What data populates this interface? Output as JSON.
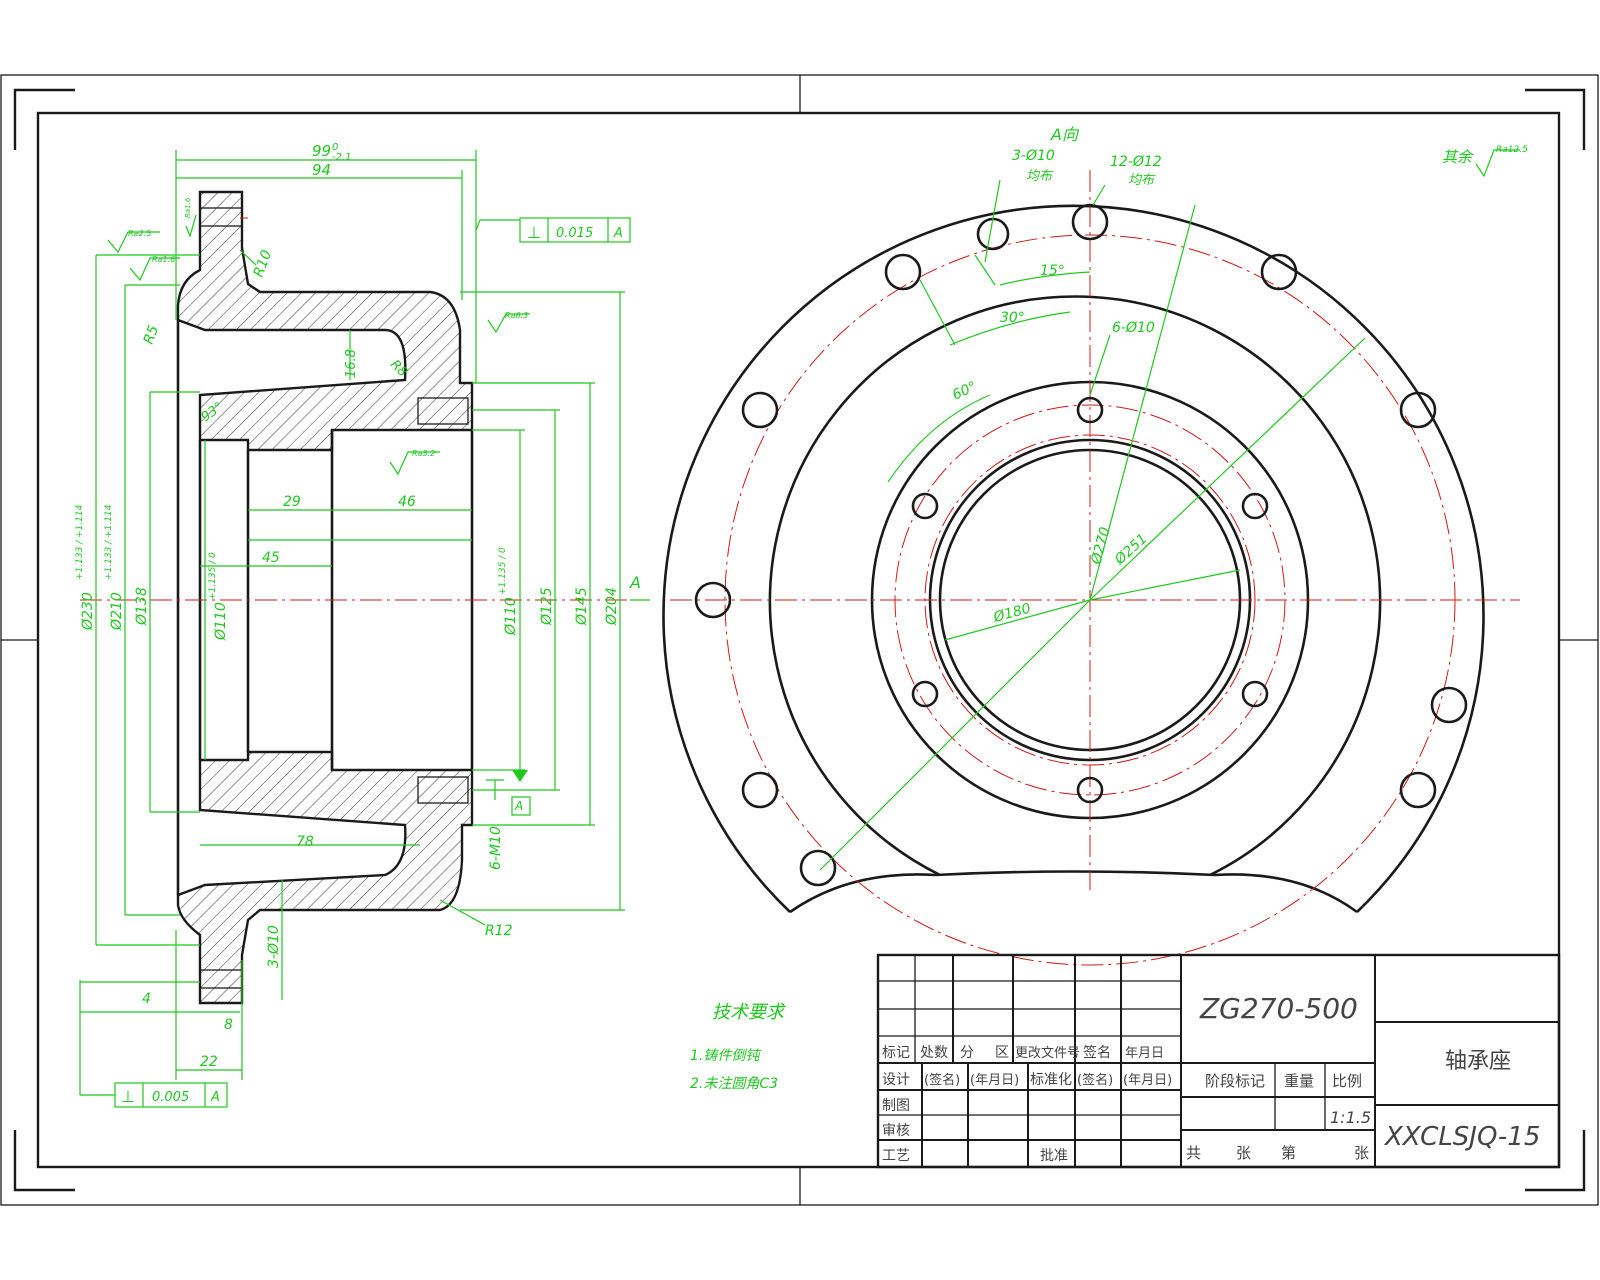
{
  "view": {
    "title": "A向",
    "section_marker": "A"
  },
  "dimensions": {
    "top_length": "99",
    "top_tol_upper": "0",
    "top_tol_lower": "-2.1",
    "length_94": "94",
    "r10": "R10",
    "r5": "R5",
    "r8": "R8",
    "r12": "R12",
    "d16_8": "16.8",
    "angle_93": "93°",
    "len_29": "29",
    "len_46": "46",
    "len_45": "45",
    "len_78": "78",
    "len_4": "4",
    "len_8": "8",
    "len_22": "22",
    "dia_230": "Ø230",
    "dia_230_tol": "+1.133 / +1.114",
    "dia_210": "Ø210",
    "dia_210_tol": "+1.133 / +1.114",
    "dia_138": "Ø138",
    "dia_110_left": "Ø110",
    "dia_110_left_tol": "+1.135 / 0",
    "dia_110_right": "Ø110",
    "dia_110_right_tol": "+1.135 / 0",
    "dia_125": "Ø125",
    "dia_145": "Ø145",
    "dia_204": "Ø204",
    "thread_6m10": "6-M10",
    "holes_3_10_left": "3-Ø10",
    "holes_3_10": "3-Ø10",
    "holes_3_10_sub": "均布",
    "holes_12_12": "12-Ø12",
    "holes_12_12_sub": "均布",
    "holes_6_10": "6-Ø10",
    "angle_15": "15°",
    "angle_30": "30°",
    "angle_60": "60°",
    "dia_270": "Ø270",
    "dia_251": "Ø251",
    "dia_180": "Ø180"
  },
  "roughness": {
    "ra_a": "Ra2.5",
    "ra_b": "Ra1.6",
    "ra_c": "Ra1.6",
    "ra_d": "Ra6.3",
    "ra_e": "Ra3.2",
    "other": "其余",
    "other_ra": "Ra12.5"
  },
  "tolerance_frames": {
    "perp_top": {
      "symbol": "⊥",
      "value": "0.015",
      "datum": "A"
    },
    "perp_bottom": {
      "symbol": "⊥",
      "value": "0.005",
      "datum": "A"
    },
    "datum_label": "A"
  },
  "tech_requirements": {
    "title": "技术要求",
    "items": [
      "1.铸件倒钝",
      "2.未注圆角C3"
    ]
  },
  "title_block": {
    "material": "ZG270-500",
    "part_name": "轴承座",
    "drawing_number": "XXCLSJQ-15",
    "row_labels": [
      "标记",
      "处数",
      "分",
      "区",
      "更改文件号",
      "签名",
      "年月日"
    ],
    "design": "设计",
    "sign": "(签名)",
    "date": "(年月日)",
    "standardize": "标准化",
    "sign2": "(签名)",
    "date2": "(年月日)",
    "drawn": "制图",
    "review": "审核",
    "process": "工艺",
    "approve": "批准",
    "stage_mark": "阶段标记",
    "weight": "重量",
    "scale_label": "比例",
    "scale_value": "1:1.5",
    "total": "共",
    "sheets": "张",
    "nth": "第",
    "sheet_end": "张"
  }
}
